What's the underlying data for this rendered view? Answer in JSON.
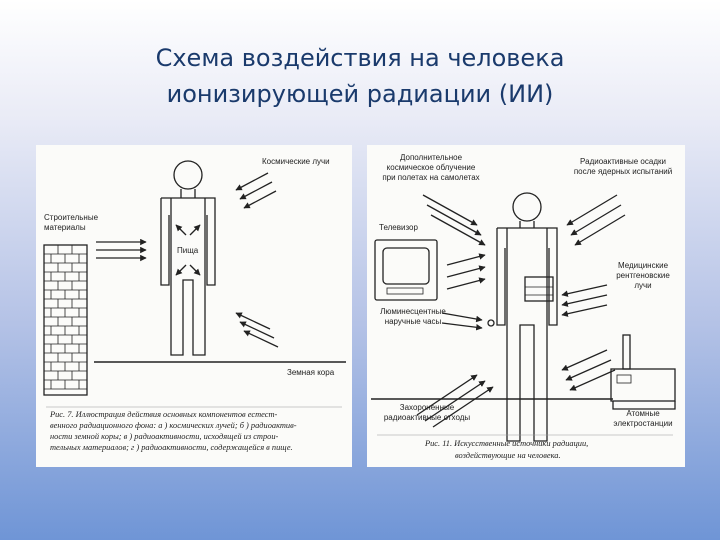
{
  "title": {
    "line1": "Схема воздействия  на человека",
    "line2": "ионизирующей радиации (ИИ)"
  },
  "left_figure": {
    "labels": {
      "cosmic_rays": "Космические лучи",
      "building_materials_1": "Строительные",
      "building_materials_2": "материалы",
      "food": "Пища",
      "earth_crust": "Земная кора"
    },
    "caption": {
      "line1": "Рис. 7. Иллюстрация действия основных компонентов естест-",
      "line2": "венного радиационного фона: а ) космических лучей; б ) радиоактив-",
      "line3": "ности земной коры; в ) радиоактивности, исходящей из строи-",
      "line4": "тельных материалов; г ) радиоактивности, содержащейся в пище."
    }
  },
  "right_figure": {
    "labels": {
      "extra_cosmic_1": "Дополнительное",
      "extra_cosmic_2": "космическое облучение",
      "extra_cosmic_3": "при полетах на самолетах",
      "fallout_1": "Радиоактивные осадки",
      "fallout_2": "после ядерных испытаний",
      "tv": "Телевизор",
      "medical_1": "Медицинские",
      "medical_2": "рентгеновские",
      "medical_3": "лучи",
      "watch_1": "Люминесцентные",
      "watch_2": "наручные часы",
      "waste_1": "Захороненные",
      "waste_2": "радиоактивные отходы",
      "npp_1": "Атомные",
      "npp_2": "электростанции"
    },
    "caption": {
      "line1": "Рис. 11. Искусственные источники радиации,",
      "line2": "воздействующие на человека."
    }
  }
}
